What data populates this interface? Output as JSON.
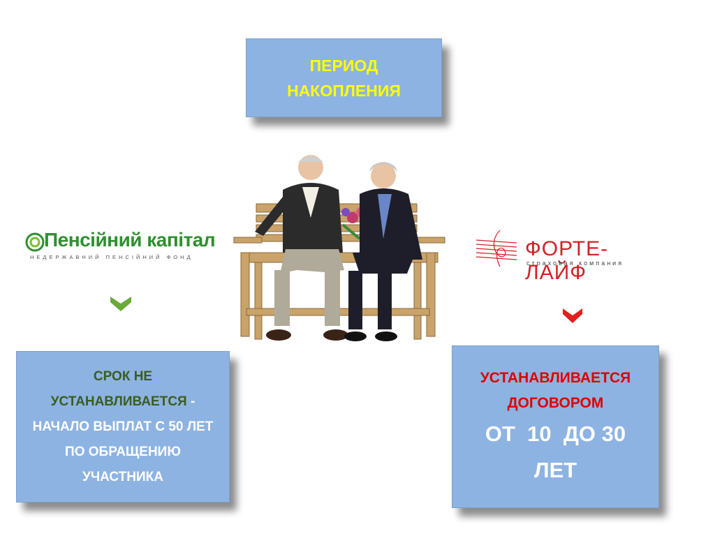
{
  "top_box": {
    "line1": "ПЕРИОД",
    "line2": "НАКОПЛЕНИЯ"
  },
  "left_logo": {
    "name": "Пенсійний капітал",
    "subtitle": "НЕДЕРЖАВНИЙ ПЕНСІЙНИЙ ФОНД",
    "color": "#2f8f2f"
  },
  "right_logo": {
    "name": "ФОРТЕ-ЛАЙФ",
    "subtitle": "страховая компания",
    "color": "#d42026"
  },
  "left_box": {
    "part1": "СРОК НЕ УСТАНАВЛИВАЕТСЯ",
    "part2": "- НАЧАЛО ВЫПЛАТ С 50 ЛЕТ ПО ОБРАЩЕНИЮ УЧАСТНИКА"
  },
  "right_box": {
    "line1": "УСТАНАВЛИВАЕТСЯ",
    "line2": "ДОГОВОРОМ",
    "line3": "ОТ  10  ДО 30",
    "line4": "ЛЕТ"
  },
  "colors": {
    "box_fill": "#8db3e2",
    "title_yellow": "#ffff00",
    "green_chevron": "#6aab3a",
    "red_chevron": "#e02020"
  },
  "icons": [
    "green-chevron-down-icon",
    "red-chevron-down-icon",
    "music-note-icon"
  ]
}
